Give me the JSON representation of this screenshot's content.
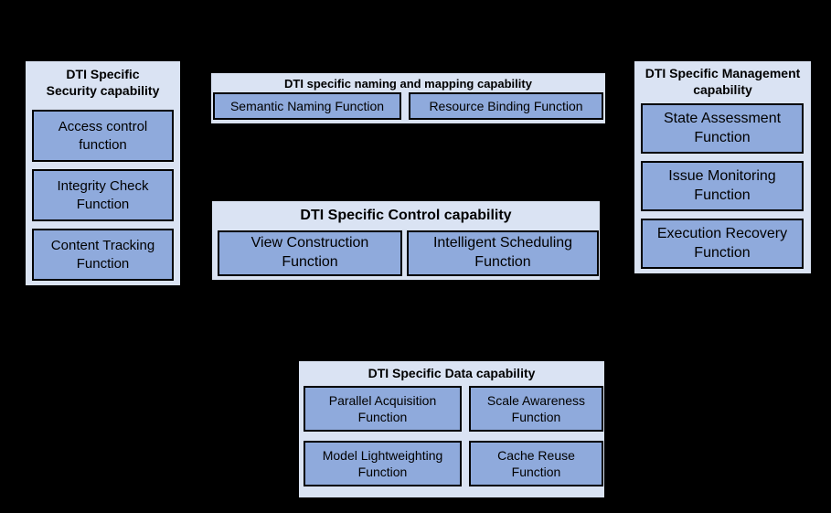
{
  "diagram": {
    "background_color": "#000000",
    "container_fill": "#dae3f3",
    "function_fill": "#8faadc",
    "border_color": "#000000",
    "text_color": "#000000"
  },
  "capabilities": {
    "security": {
      "title": "DTI Specific\nSecurity capability",
      "functions": [
        "Access control\nfunction",
        "Integrity Check\nFunction",
        "Content Tracking\nFunction"
      ]
    },
    "naming": {
      "title": "DTI specific naming and mapping capability",
      "functions": [
        "Semantic Naming Function",
        "Resource Binding Function"
      ]
    },
    "control": {
      "title": "DTI Specific Control capability",
      "functions": [
        "View Construction\nFunction",
        "Intelligent Scheduling\nFunction"
      ]
    },
    "management": {
      "title": "DTI Specific Management\ncapability",
      "functions": [
        "State Assessment\nFunction",
        "Issue Monitoring\nFunction",
        "Execution Recovery\nFunction"
      ]
    },
    "data": {
      "title": "DTI Specific Data capability",
      "functions": [
        "Parallel Acquisition\nFunction",
        "Scale Awareness\nFunction",
        "Model Lightweighting\nFunction",
        "Cache Reuse\nFunction"
      ]
    }
  }
}
